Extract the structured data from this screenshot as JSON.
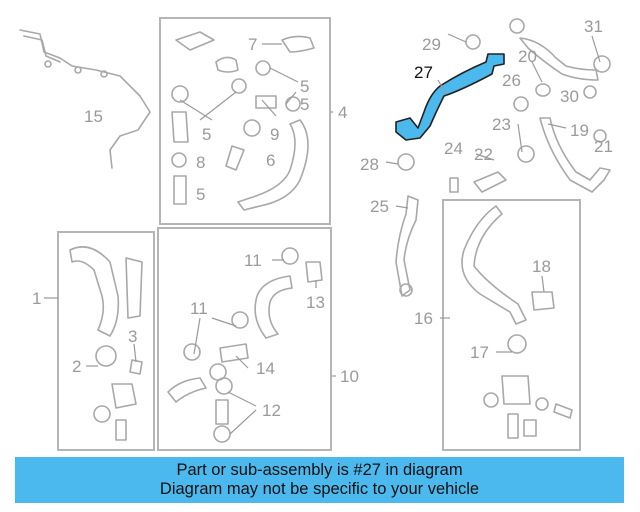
{
  "diagram": {
    "callouts": [
      "1",
      "2",
      "3",
      "4",
      "5",
      "5",
      "5",
      "5",
      "6",
      "7",
      "8",
      "9",
      "10",
      "11",
      "11",
      "12",
      "13",
      "14",
      "15",
      "16",
      "17",
      "18",
      "19",
      "20",
      "21",
      "22",
      "23",
      "24",
      "25",
      "26",
      "27",
      "28",
      "29",
      "30",
      "31"
    ],
    "highlighted_part": "27",
    "highlight_color": "#4cb9ee"
  },
  "banner": {
    "line1": "Part or sub-assembly is #27 in diagram",
    "line2": "Diagram may not be specific to your vehicle",
    "background": "#4cb9ee"
  }
}
